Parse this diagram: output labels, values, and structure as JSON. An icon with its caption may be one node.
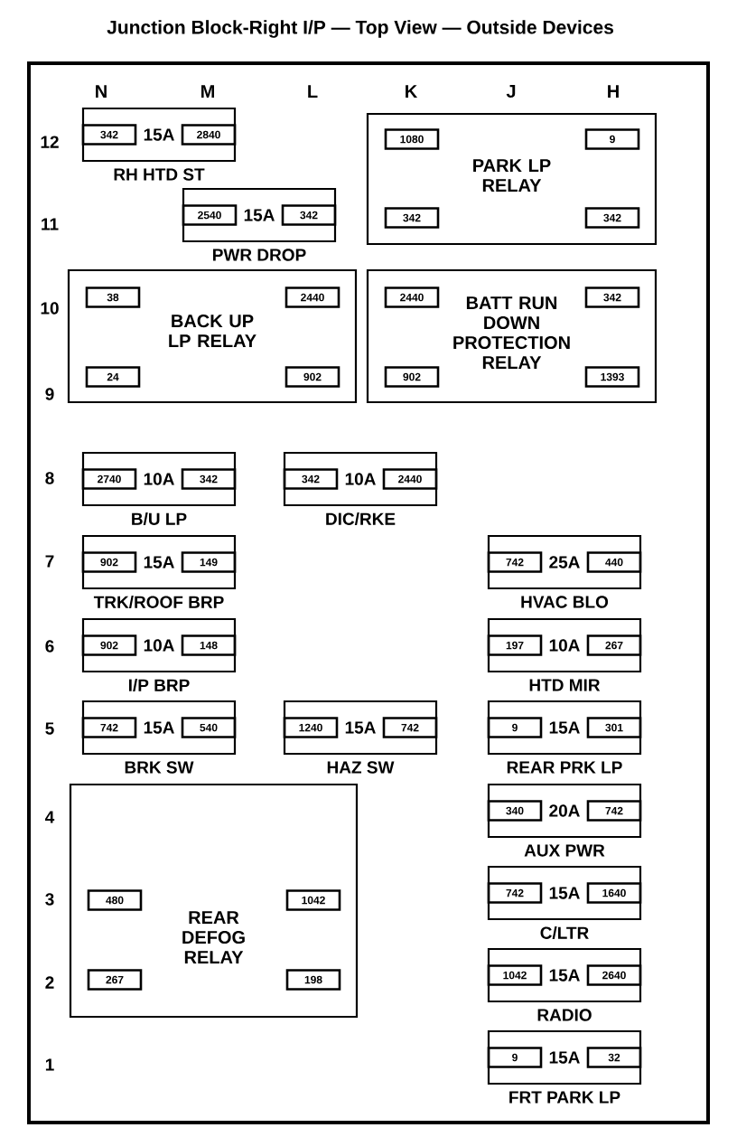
{
  "diagram": {
    "title": "Junction Block-Right I/P — Top View — Outside Devices",
    "nodes": [
      {
        "text": [],
        "shape": "box"
      },
      {
        "text": [
          "15A"
        ],
        "beside": [
          "RH HTD ST"
        ],
        "in": 0
      },
      {
        "text": [
          "342"
        ],
        "in": 1
      },
      {
        "text": [
          "2840"
        ],
        "in": 1
      },
      {
        "text": [
          "PARK LP RELAY"
        ],
        "in": 0
      },
      {
        "text": [
          "1080"
        ],
        "in": 4
      },
      {
        "text": [
          "9"
        ],
        "in": 4
      },
      {
        "text": [
          "342"
        ],
        "in": 4
      },
      {
        "text": [
          "342"
        ],
        "in": 4
      },
      {
        "text": [
          "15A"
        ],
        "beside": [
          "PWR DROP"
        ],
        "in": 0
      },
      {
        "text": [
          "2540"
        ],
        "in": 9
      },
      {
        "text": [
          "342"
        ],
        "in": 9
      },
      {
        "text": [
          "BACK UP LP RELAY"
        ],
        "in": 0
      },
      {
        "text": [
          "38"
        ],
        "in": 12
      },
      {
        "text": [
          "2440"
        ],
        "in": 12
      },
      {
        "text": [
          "24"
        ],
        "in": 12
      },
      {
        "text": [
          "902"
        ],
        "in": 12
      },
      {
        "text": [
          "BATT RUN DOWN PROTECTION RELAY"
        ],
        "in": 0
      },
      {
        "text": [
          "2440"
        ],
        "in": 17
      },
      {
        "text": [
          "342"
        ],
        "in": 17
      },
      {
        "text": [
          "902"
        ],
        "in": 17
      },
      {
        "text": [
          "1393"
        ],
        "in": 17
      },
      {
        "text": [
          "10A"
        ],
        "beside": [
          "B/U LP"
        ],
        "in": 0
      },
      {
        "text": [
          "2740"
        ],
        "in": 22
      },
      {
        "text": [
          "342"
        ],
        "in": 22
      },
      {
        "text": [
          "10A"
        ],
        "beside": [
          "DIC/RKE"
        ],
        "in": 0
      },
      {
        "text": [
          "342"
        ],
        "in": 25
      },
      {
        "text": [
          "2440"
        ],
        "in": 25
      },
      {
        "text": [
          "15A"
        ],
        "beside": [
          "TRK/ROOF BRP"
        ],
        "in": 0
      },
      {
        "text": [
          "902"
        ],
        "in": 28
      },
      {
        "text": [
          "149"
        ],
        "in": 28
      },
      {
        "text": [
          "25A"
        ],
        "beside": [
          "HVAC BLO"
        ],
        "in": 0
      },
      {
        "text": [
          "742"
        ],
        "in": 31
      },
      {
        "text": [
          "440"
        ],
        "in": 31
      },
      {
        "text": [
          "10A"
        ],
        "beside": [
          "I/P BRP"
        ],
        "in": 0
      },
      {
        "text": [
          "902"
        ],
        "in": 34
      },
      {
        "text": [
          "148"
        ],
        "in": 34
      },
      {
        "text": [
          "10A"
        ],
        "beside": [
          "HTD MIR"
        ],
        "in": 0
      },
      {
        "text": [
          "197"
        ],
        "in": 37
      },
      {
        "text": [
          "267"
        ],
        "in": 37
      },
      {
        "text": [
          "15A"
        ],
        "beside": [
          "BRK SW"
        ],
        "in": 0
      },
      {
        "text": [
          "742"
        ],
        "in": 40
      },
      {
        "text": [
          "540"
        ],
        "in": 40
      },
      {
        "text": [
          "15A"
        ],
        "beside": [
          "HAZ SW"
        ],
        "in": 0
      },
      {
        "text": [
          "1240"
        ],
        "in": 43
      },
      {
        "text": [
          "742"
        ],
        "in": 43
      },
      {
        "text": [
          "15A"
        ],
        "beside": [
          "REAR PRK LP"
        ],
        "in": 0
      },
      {
        "text": [
          "9"
        ],
        "in": 46
      },
      {
        "text": [
          "301"
        ],
        "in": 46
      },
      {
        "text": [
          "REAR DEFOG RELAY"
        ],
        "in": 0
      },
      {
        "text": [
          "480"
        ],
        "in": 49
      },
      {
        "text": [
          "1042"
        ],
        "in": 49
      },
      {
        "text": [
          "267"
        ],
        "in": 49
      },
      {
        "text": [
          "198"
        ],
        "in": 49
      },
      {
        "text": [
          "20A"
        ],
        "beside": [
          "AUX PWR"
        ],
        "in": 0
      },
      {
        "text": [
          "340"
        ],
        "in": 54
      },
      {
        "text": [
          "742"
        ],
        "in": 54
      },
      {
        "text": [
          "15A"
        ],
        "beside": [
          "C/LTR"
        ],
        "in": 0
      },
      {
        "text": [
          "742"
        ],
        "in": 57
      },
      {
        "text": [
          "1640"
        ],
        "in": 57
      },
      {
        "text": [
          "15A"
        ],
        "beside": [
          "RADIO"
        ],
        "in": 0
      },
      {
        "text": [
          "1042"
        ],
        "in": 60
      },
      {
        "text": [
          "2640"
        ],
        "in": 60
      },
      {
        "text": [
          "15A"
        ],
        "beside": [
          "FRT PARK LP"
        ],
        "in": 0
      },
      {
        "text": [
          "9"
        ],
        "in": 63
      },
      {
        "text": [
          "32"
        ],
        "in": 63
      }
    ],
    "labels": [
      "N",
      "M",
      "L",
      "K",
      "J",
      "H",
      "12",
      "11",
      "10",
      "9",
      "8",
      "7",
      "6",
      "5",
      "4",
      "3",
      "2",
      "1"
    ]
  }
}
